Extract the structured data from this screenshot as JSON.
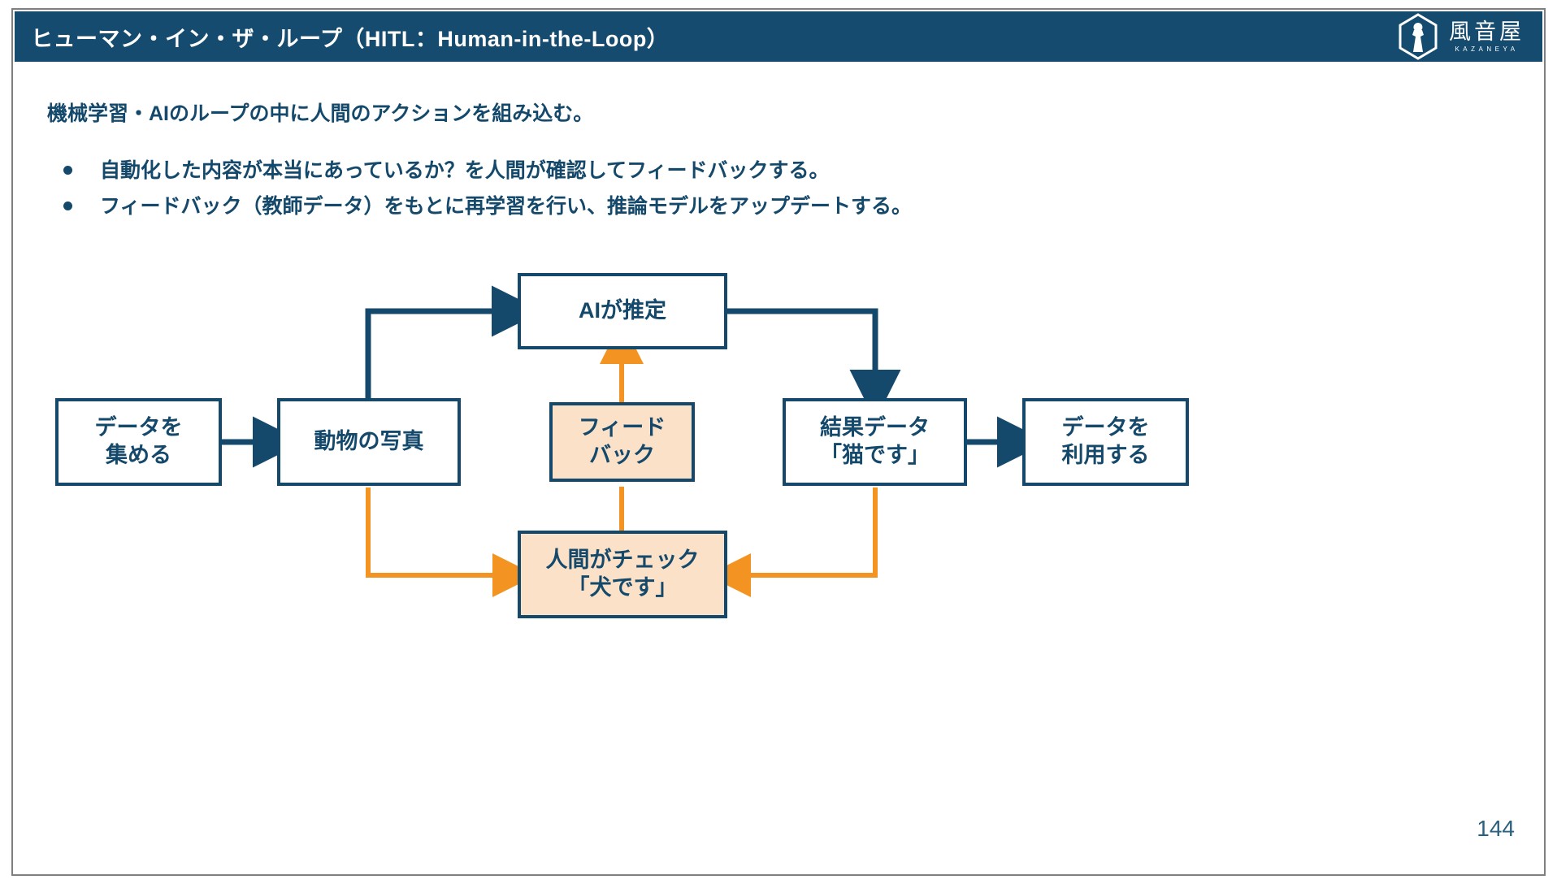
{
  "header": {
    "title": "ヒューマン・イン・ザ・ループ（HITL：Human-in-the-Loop）",
    "bar_color": "#154B6E",
    "logo": {
      "name_jp": "風音屋",
      "name_roman": "KAZANEYA"
    }
  },
  "body": {
    "lead": "機械学習・AIのループの中に人間のアクションを組み込む。",
    "bullets": [
      "自動化した内容が本当にあっているか？を人間が確認してフィードバックする。",
      "フィードバック（教師データ）をもとに再学習を行い、推論モデルをアップデートする。"
    ]
  },
  "diagram": {
    "colors": {
      "navy": "#15496B",
      "orange": "#F39322",
      "peach": "#FAE1C8"
    },
    "nodes": [
      {
        "id": "collect",
        "label": "データを\n集める",
        "fill": "white"
      },
      {
        "id": "photo",
        "label": "動物の写真",
        "fill": "white"
      },
      {
        "id": "ai",
        "label": "AIが推定",
        "fill": "white"
      },
      {
        "id": "feedback",
        "label": "フィード\nバック",
        "fill": "peach"
      },
      {
        "id": "result",
        "label": "結果データ\n「猫です」",
        "fill": "white"
      },
      {
        "id": "use",
        "label": "データを\n利用する",
        "fill": "white"
      },
      {
        "id": "human",
        "label": "人間がチェック\n「犬です」",
        "fill": "peach"
      }
    ]
  },
  "footer": {
    "page_number": "144"
  }
}
